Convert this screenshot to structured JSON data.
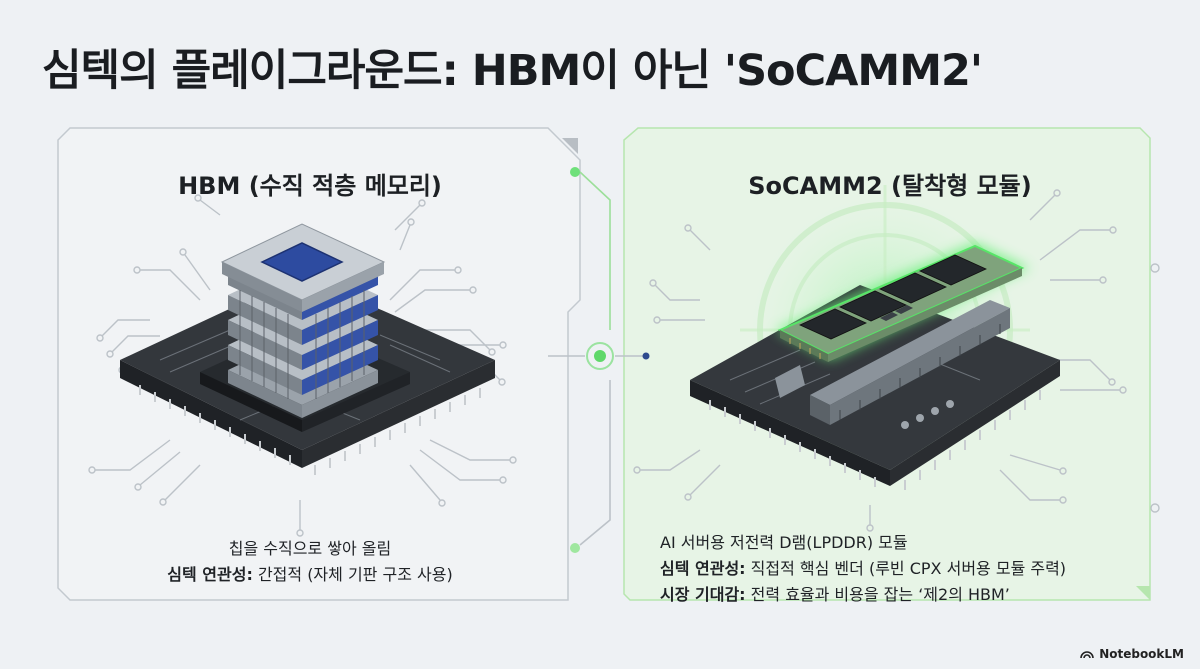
{
  "title": "심텍의 플레이그라운드: HBM이 아닌 'SoCAMM2'",
  "colors": {
    "accent_green": "#4fe06c",
    "chip_dark": "#2f3338",
    "hbm_blue": "#2b4fa6",
    "circuit_gray": "#b9c0c7",
    "background": "#eef1f4"
  },
  "left_panel": {
    "title": "HBM (수직 적층 메모리)",
    "line1": "칩을 수직으로 쌓아 올림",
    "line2_label": "심텍 연관성:",
    "line2_text": " 간접적 (자체 기판 구조 사용)"
  },
  "right_panel": {
    "title": "SoCAMM2 (탈착형 모듈)",
    "line1": "AI 서버용 저전력 D램(LPDDR) 모듈",
    "line2_label": "심텍 연관성:",
    "line2_text": " 직접적 핵심 벤더 (루빈 CPX 서버용 모듈 주력)",
    "line3_label": "시장 기대감:",
    "line3_text": " 전력 효율과 비용을 잡는 ‘제2의 HBM’"
  },
  "brand": {
    "name": "NotebookLM",
    "icon": "notebooklm-logo-icon"
  }
}
